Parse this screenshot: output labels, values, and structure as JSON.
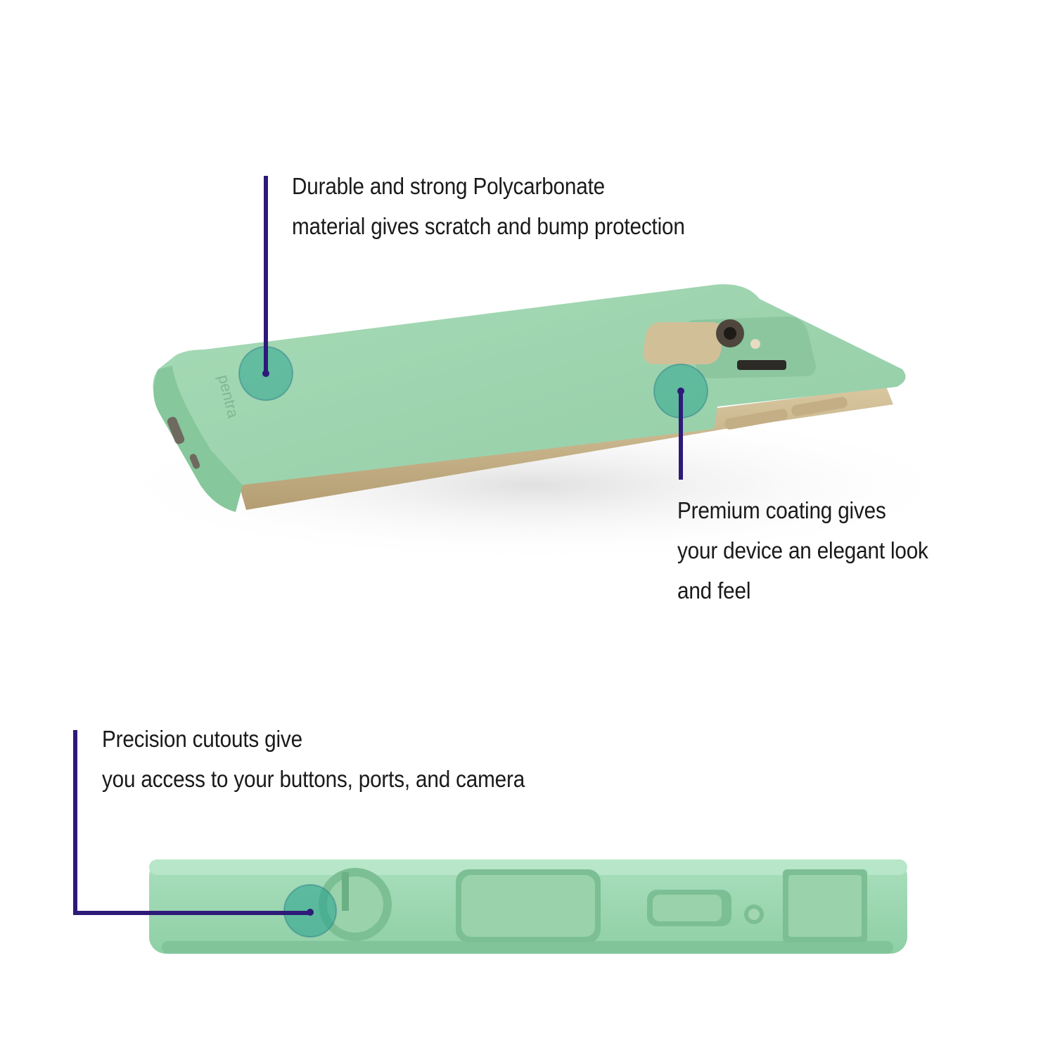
{
  "brand": {
    "case_logo_text": "pentra"
  },
  "callouts": {
    "material": {
      "lines": [
        "Durable and strong Polycarbonate",
        "material gives scratch and bump protection"
      ]
    },
    "coating": {
      "lines": [
        "Premium coating gives",
        "your device an elegant look",
        "and feel"
      ]
    },
    "cutouts": {
      "lines": [
        "Precision cutouts give",
        "you access to your buttons, ports, and camera"
      ]
    }
  },
  "colors": {
    "case_mint": "#9dd4ae",
    "case_mint_dark": "#7fc39a",
    "leader_line": "#2e1a78",
    "marker_teal": "#2fa58f",
    "phone_gold": "#c9b590"
  }
}
